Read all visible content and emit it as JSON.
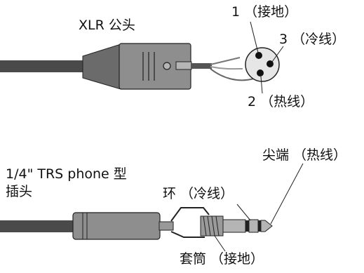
{
  "xlr": {
    "title": "XLR 公头",
    "pin1": "1 （接地）",
    "pin3": "3 （冷线）",
    "pin2": "2 （热线）"
  },
  "trs": {
    "title_line1": "1/4\" TRS phone 型",
    "title_line2": "插头",
    "ring": "环 （冷线）",
    "tip": "尖端 （热线）",
    "sleeve": "套筒 （接地）"
  }
}
